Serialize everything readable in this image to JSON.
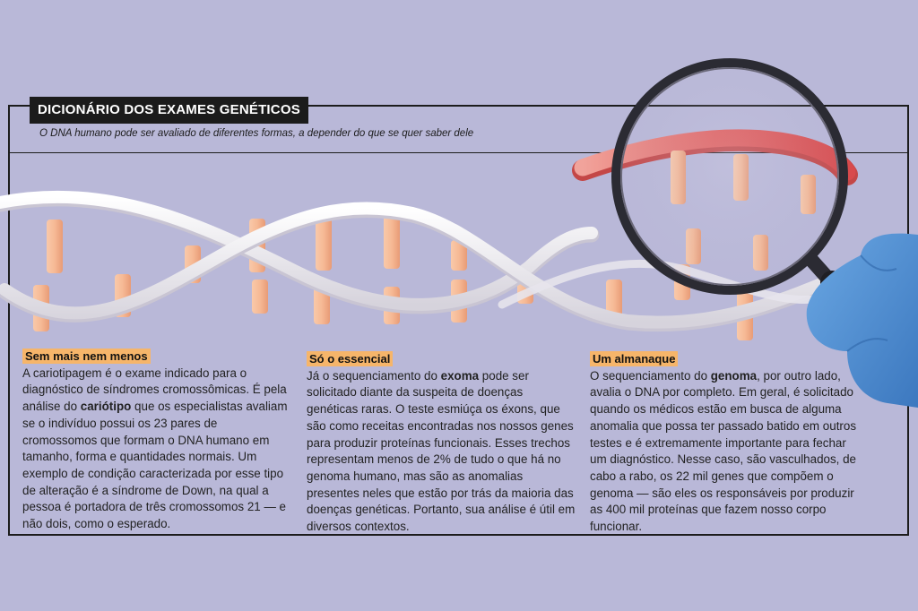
{
  "header": {
    "title": "DICIONÁRIO DOS EXAMES GENÉTICOS",
    "subtitle": "O DNA humano pode ser avaliado de diferentes formas, a depender do que se quer saber dele"
  },
  "columns": [
    {
      "heading": "Sem mais nem menos",
      "text_before": "A cariotipagem é o exame indicado para o diagnóstico de síndromes cromossômicas. É pela análise do ",
      "bold": "cariótipo",
      "text_after": " que os especialistas avaliam se o indivíduo possui os 23 pares de cromossomos que formam o DNA humano em tamanho, forma e quantidades normais. Um exemplo de condição caracterizada por esse tipo de alteração é a síndrome de Down, na qual a pessoa é portadora de três cromossomos 21 — e não dois, como o esperado."
    },
    {
      "heading": "Só o essencial",
      "text_before": "Já o sequenciamento do ",
      "bold": "exoma",
      "text_after": " pode ser solicitado diante da suspeita de doenças genéticas raras. O teste esmiúça os éxons, que são como receitas encontradas nos nossos genes para produzir proteínas funcionais. Esses trechos representam menos de 2% de tudo o que há no genoma humano, mas são as anomalias presentes neles que estão por trás da maioria das doenças genéticas. Portanto, sua análise é útil em diversos contextos."
    },
    {
      "heading": "Um almanaque",
      "text_before": "O sequenciamento do ",
      "bold": "genoma",
      "text_after": ", por outro lado, avalia o DNA por completo. Em geral, é solicitado quando os médicos estão em busca de alguma anomalia que possa ter passado batido em outros testes e é extremamente importante para fechar um diagnóstico. Nesse caso, são vasculhados, de cabo a rabo, os 22 mil genes que compõem o genoma — são eles os responsáveis por produzir as 400 mil proteínas que fazem nosso corpo funcionar."
    }
  ],
  "colors": {
    "background": "#b9b8d8",
    "heading_highlight": "#f6b56a",
    "title_bar": "#1b1b1b",
    "dna_strand": "#f2f0f3",
    "base_pair": "#f4b48e",
    "glove": "#4f8fd3",
    "magnified_strand": "#e25a58"
  },
  "illustration": {
    "dna_helix": "dna-helix",
    "magnifier": "magnifying-glass-icon",
    "glove": "gloved-hand"
  }
}
